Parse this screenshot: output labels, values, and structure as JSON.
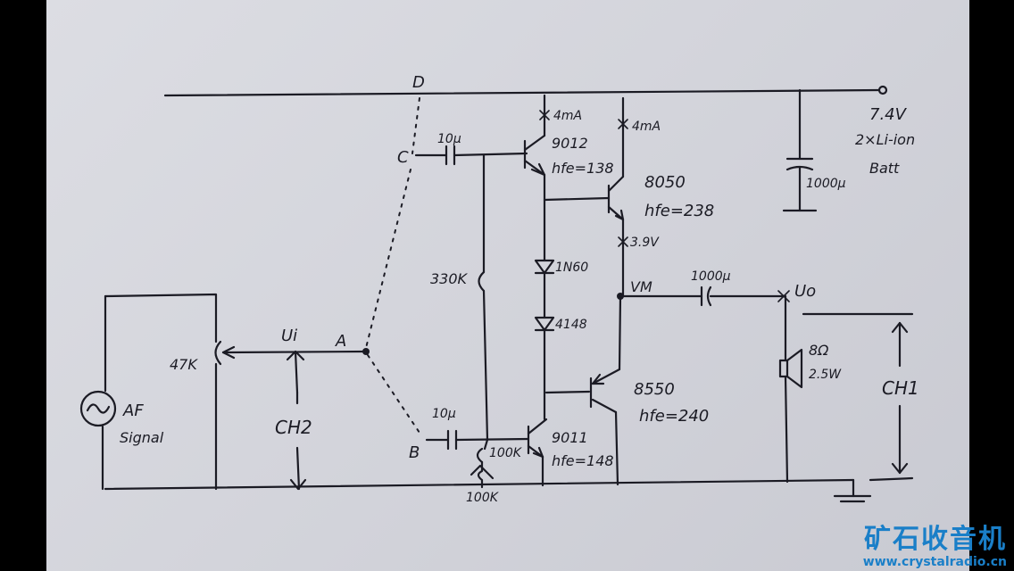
{
  "labels": {
    "node_d": "D",
    "node_c": "C",
    "node_b": "B",
    "node_a": "A",
    "node_vm": "VM",
    "ui": "Ui",
    "uo": "Uo",
    "ch1": "CH1",
    "ch2": "CH2",
    "af_line1": "AF",
    "af_line2": "Signal",
    "battery_voltage": "7.4V",
    "battery_type": "2×Li-ion",
    "battery_word": "Batt",
    "cap_supply": "1000μ",
    "cap_out": "1000μ",
    "cap_c": "10μ",
    "cap_b": "10μ",
    "res_47k": "47K",
    "res_330k": "330K",
    "res_100k_a": "100K",
    "res_100k_b": "100K",
    "current_1": "4mA",
    "current_2": "4mA",
    "voltage_emitter": "3.9V",
    "diode_1": "1N60",
    "diode_2": "4148",
    "q9012": "9012",
    "q9012_hfe": "hfe=138",
    "q8050": "8050",
    "q8050_hfe": "hfe=238",
    "q8550": "8550",
    "q8550_hfe": "hfe=240",
    "q9011": "9011",
    "q9011_hfe": "hfe=148",
    "speaker_ohm": "8Ω",
    "speaker_power": "2.5W"
  },
  "watermark": {
    "title": "矿石收音机",
    "url": "www.crystalradio.cn"
  },
  "colors": {
    "ink": "#1b1b24",
    "paper": "#d6d7de",
    "watermark": "#1a7fc8"
  }
}
